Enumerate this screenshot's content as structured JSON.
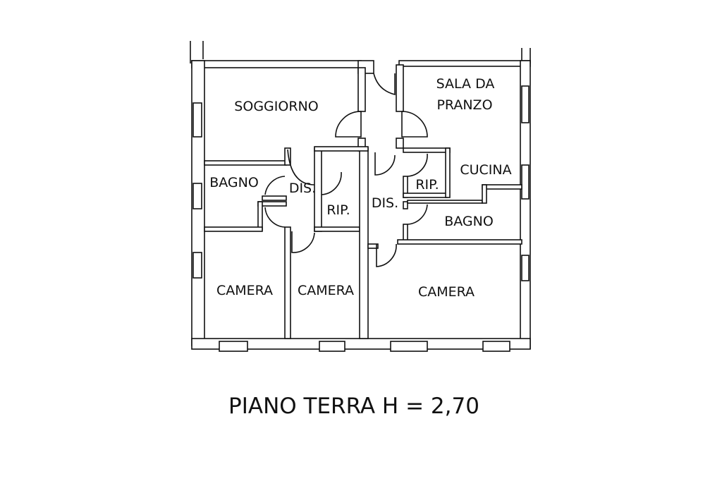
{
  "floorplan": {
    "rooms": {
      "soggiorno": "SOGGIORNO",
      "sala_line1": "SALA DA",
      "sala_line2": "PRANZO",
      "cucina": "CUCINA",
      "bagno_left": "BAGNO",
      "dis_left": "DIS.",
      "rip_left": "RIP.",
      "dis_right": "DIS.",
      "rip_right": "RIP.",
      "bagno_right": "BAGNO",
      "camera_1": "CAMERA",
      "camera_2": "CAMERA",
      "camera_3": "CAMERA"
    },
    "caption": "PIANO TERRA H = 2,70"
  }
}
